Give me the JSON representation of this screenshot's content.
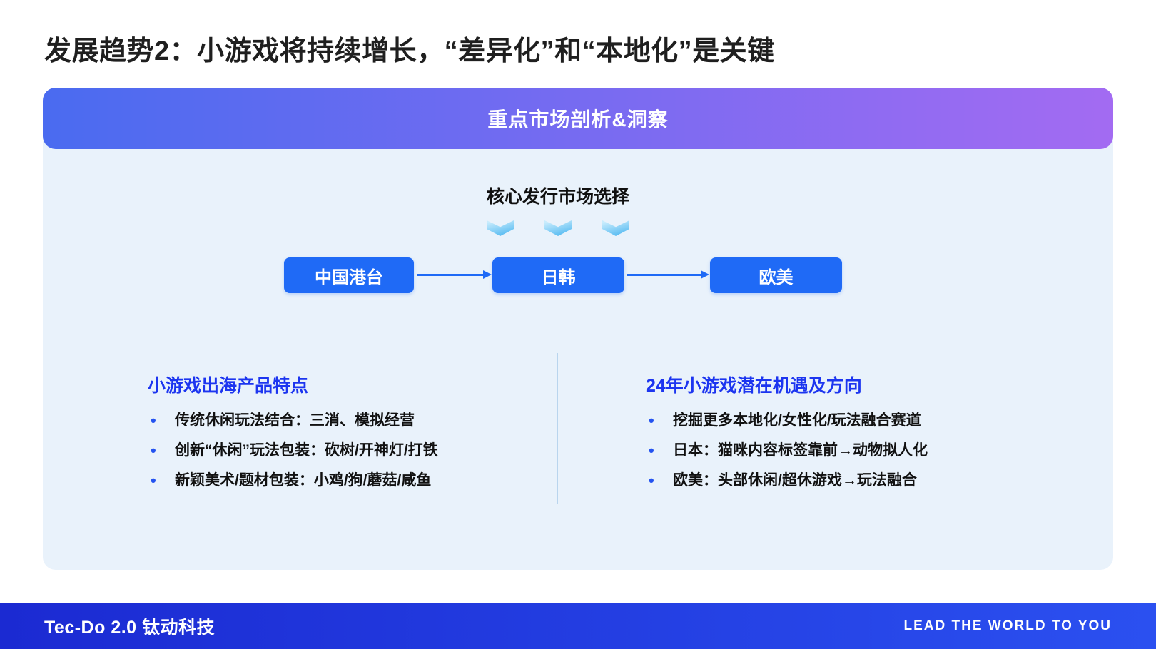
{
  "slide": {
    "title": "发展趋势2：小游戏将持续增长，“差异化”和“本地化”是关键"
  },
  "banner": {
    "title": "重点市场剖析&洞察"
  },
  "diagram": {
    "title": "核心发行市场选择",
    "markets": [
      "中国港台",
      "日韩",
      "欧美"
    ]
  },
  "columns": {
    "left": {
      "title": "小游戏出海产品特点",
      "bullets": [
        "传统休闲玩法结合：三消、模拟经营",
        "创新“休闲”玩法包装：砍树/开神灯/打铁",
        "新颖美术/题材包装：小鸡/狗/蘑菇/咸鱼"
      ]
    },
    "right": {
      "title": "24年小游戏潜在机遇及方向",
      "bullets": [
        "挖掘更多本地化/女性化/玩法融合赛道",
        "日本：猫咪内容标签靠前→动物拟人化",
        "欧美：头部休闲/超休游戏→玩法融合"
      ]
    }
  },
  "footer": {
    "brand": "Tec-Do 2.0 钛动科技",
    "slogan": "LEAD THE WORLD TO YOU"
  },
  "colors": {
    "banner_grad_start": "#4a6bf0",
    "banner_grad_end": "#a36bf2",
    "panel_bg": "#e9f2fb",
    "accent_blue": "#1f6af6",
    "heading_blue": "#1c35f0",
    "footer_grad_start": "#1b2ad2",
    "footer_grad_end": "#2b50f0",
    "arrow_cyan_light": "#c8ecfd",
    "arrow_cyan_dark": "#52b9f1"
  }
}
